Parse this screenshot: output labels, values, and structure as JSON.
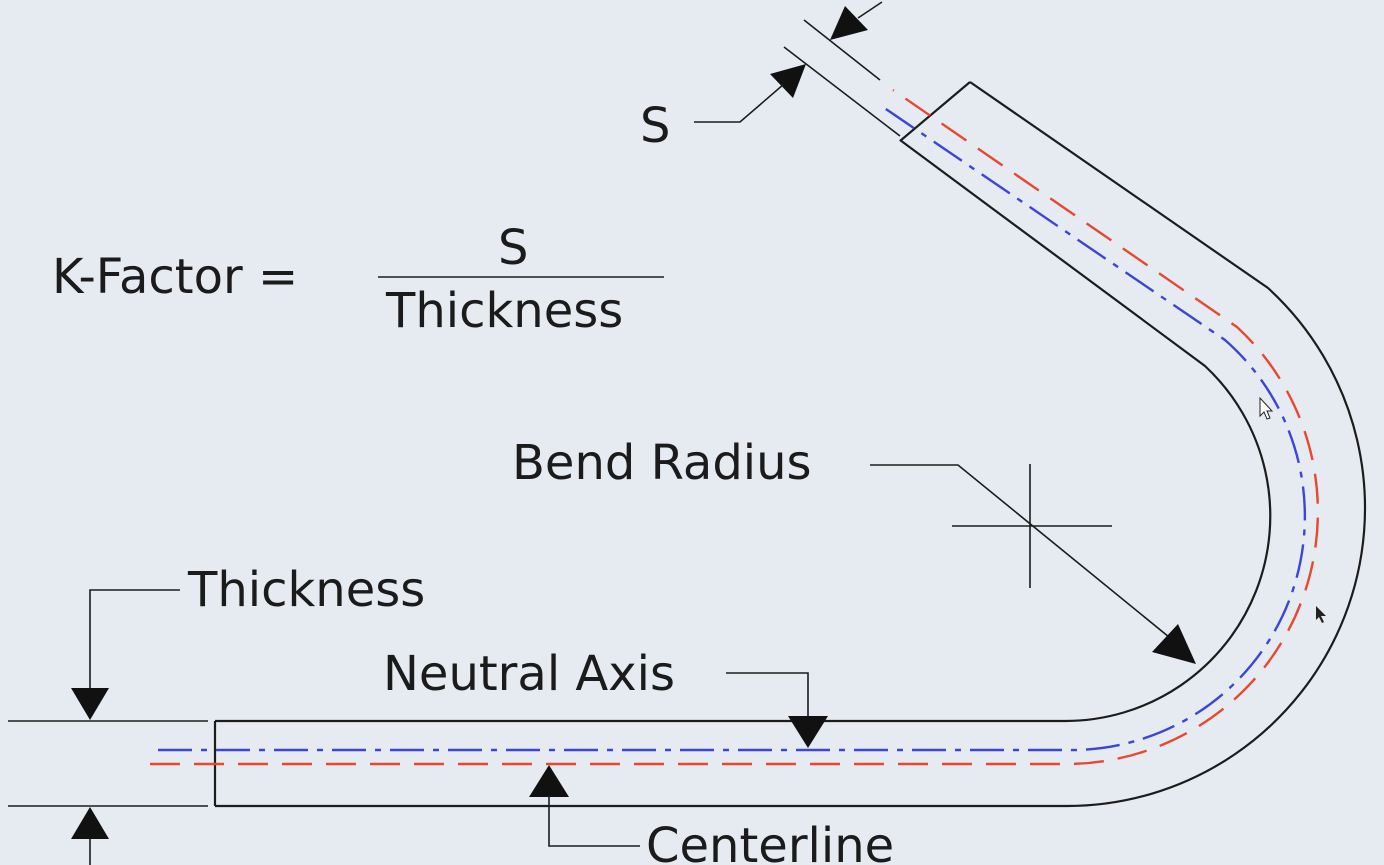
{
  "formula": {
    "lhs": "K-Factor =",
    "numerator": "S",
    "denominator": "Thickness"
  },
  "labels": {
    "s": "S",
    "bend_radius": "Bend Radius",
    "thickness": "Thickness",
    "neutral_axis": "Neutral Axis",
    "centerline": "Centerline"
  },
  "colors": {
    "background": "#e6ebf2",
    "outline": "#1c1c1c",
    "centerline": "#e8482f",
    "neutral_axis": "#3b45d8"
  }
}
